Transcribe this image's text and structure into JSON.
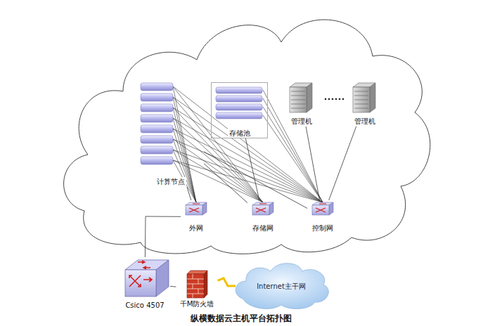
{
  "diagram": {
    "caption": "纵横数据云主机平台拓扑图",
    "nodes": [
      {
        "text": [
          "计算节点"
        ]
      },
      {
        "text": [
          "存储池"
        ]
      },
      {
        "text": [
          "管理机"
        ]
      },
      {
        "text": [
          "管理机"
        ]
      },
      {
        "text": [
          "外网"
        ]
      },
      {
        "text": [
          "存储网"
        ]
      },
      {
        "text": [
          "控制网"
        ]
      },
      {
        "text": [
          "Csico 4507"
        ]
      },
      {
        "text": [
          "千M防火墙"
        ]
      },
      {
        "text": [
          "Internet主干网"
        ]
      }
    ],
    "edges": [
      {
        "from": 0,
        "to": 4,
        "arrow": "none"
      },
      {
        "from": 0,
        "to": 5,
        "arrow": "none"
      },
      {
        "from": 0,
        "to": 6,
        "arrow": "none"
      },
      {
        "from": 1,
        "to": 5,
        "arrow": "none"
      },
      {
        "from": 2,
        "to": 6,
        "arrow": "none"
      },
      {
        "from": 3,
        "to": 6,
        "arrow": "none"
      },
      {
        "from": 4,
        "to": 7,
        "arrow": "none"
      },
      {
        "from": 7,
        "to": 8,
        "arrow": "none"
      },
      {
        "from": 8,
        "to": 9,
        "arrow": "none"
      }
    ]
  }
}
